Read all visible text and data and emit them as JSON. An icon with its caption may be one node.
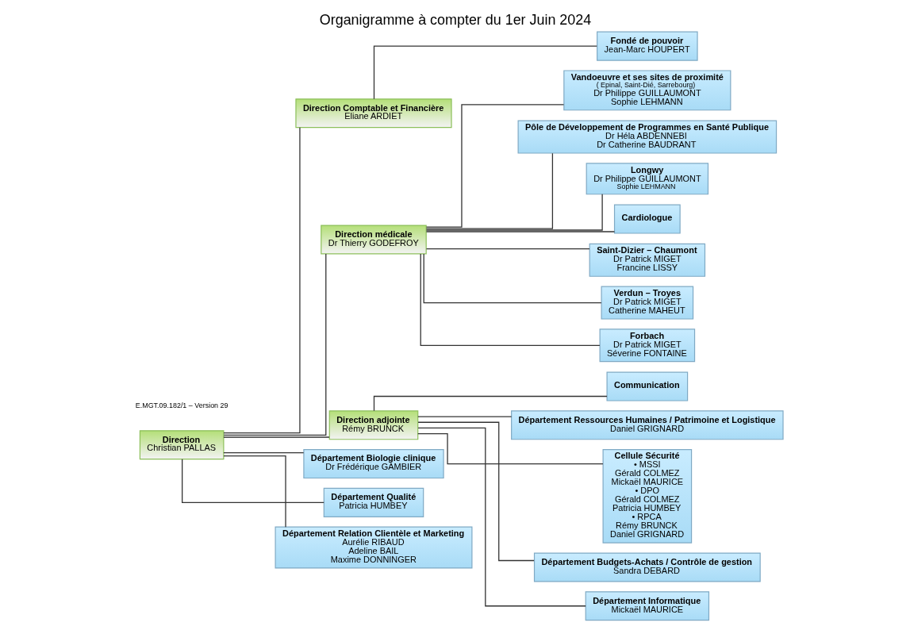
{
  "diagram": {
    "title": "Organigramme à compter du 1er Juin 2024",
    "nodes": [
      {
        "text": [
          "Direction",
          "Christian PALLAS"
        ]
      },
      {
        "text": [
          "Direction Comptable et Financière",
          "Eliane ARDIET"
        ]
      },
      {
        "text": [
          "Fondé de pouvoir",
          "Jean-Marc HOUPERT"
        ]
      },
      {
        "text": [
          "Direction médicale",
          "Dr Thierry GODEFROY"
        ]
      },
      {
        "text": [
          "Direction adjointe",
          "Rémy BRUNCK"
        ]
      },
      {
        "text": [
          "Communication"
        ]
      },
      {
        "text": [
          "Vandoeuvre et ses sites de proximité",
          "( Epinal, Saint-Dié, Sarrebourg)",
          "Dr Philippe GUILLAUMONT",
          "Sophie LEHMANN"
        ]
      },
      {
        "text": [
          "Pôle de Développement de Programmes en Santé Publique",
          "Dr Héla ABDENNEBI",
          "Dr Catherine BAUDRANT"
        ]
      },
      {
        "text": [
          "Département Biologie clinique",
          "Dr Frédérique GAMBIER"
        ]
      },
      {
        "text": [
          "Département Ressources Humaines / Patrimoine et Logistique",
          "Daniel GRIGNARD"
        ]
      },
      {
        "text": [
          "Longwy",
          "Dr Philippe GUILLAUMONT",
          "Sophie LEHMANN"
        ]
      },
      {
        "text": [
          "Cardiologue"
        ]
      },
      {
        "text": [
          "Département Qualité",
          "Patricia HUMBEY"
        ]
      },
      {
        "text": [
          "Cellule Sécurité",
          "• MSSI",
          "Gérald COLMEZ",
          "Mickaël MAURICE",
          "• DPO",
          "Gérald COLMEZ",
          "Patricia HUMBEY",
          "• RPCA",
          "Rémy BRUNCK",
          "Daniel GRIGNARD"
        ]
      },
      {
        "text": [
          "Département Budgets-Achats / Contrôle de gestion",
          "Sandra DEBARD"
        ]
      },
      {
        "text": [
          "Saint-Dizier – Chaumont",
          "Dr Patrick MIGET",
          "Francine LISSY"
        ]
      },
      {
        "text": [
          "Département Informatique",
          "Mickaël MAURICE"
        ]
      },
      {
        "text": [
          "Verdun – Troyes",
          "Dr Patrick MIGET",
          "Catherine MAHEUT"
        ]
      },
      {
        "text": [
          "Département Relation Clientèle et Marketing",
          "Aurélie RIBAUD",
          "Adeline BAIL",
          "Maxime DONNINGER"
        ]
      },
      {
        "text": [
          "Forbach",
          "Dr Patrick MIGET",
          "Séverine FONTAINE"
        ]
      }
    ],
    "edges": [
      {
        "from": 0,
        "to": 1,
        "arrow": "none"
      },
      {
        "from": 1,
        "to": 2,
        "arrow": "none"
      },
      {
        "from": 0,
        "to": 3,
        "arrow": "none"
      },
      {
        "from": 0,
        "to": 4,
        "arrow": "none"
      },
      {
        "from": 0,
        "to": 8,
        "arrow": "none"
      },
      {
        "from": 0,
        "to": 12,
        "arrow": "none"
      },
      {
        "from": 0,
        "to": 18,
        "arrow": "none"
      },
      {
        "from": 4,
        "to": 5,
        "arrow": "none"
      },
      {
        "from": 3,
        "to": 6,
        "arrow": "none"
      },
      {
        "from": 3,
        "to": 7,
        "arrow": "none"
      },
      {
        "from": 3,
        "to": 10,
        "arrow": "none"
      },
      {
        "from": 3,
        "to": 11,
        "arrow": "none"
      },
      {
        "from": 3,
        "to": 15,
        "arrow": "none"
      },
      {
        "from": 3,
        "to": 17,
        "arrow": "none"
      },
      {
        "from": 3,
        "to": 19,
        "arrow": "none"
      },
      {
        "from": 4,
        "to": 9,
        "arrow": "none"
      },
      {
        "from": 4,
        "to": 14,
        "arrow": "none"
      },
      {
        "from": 4,
        "to": 16,
        "arrow": "none"
      },
      {
        "from": 4,
        "to": 13,
        "arrow": "none"
      }
    ],
    "labels": [
      "E.MGT.09.182/1 – Version 29"
    ]
  }
}
